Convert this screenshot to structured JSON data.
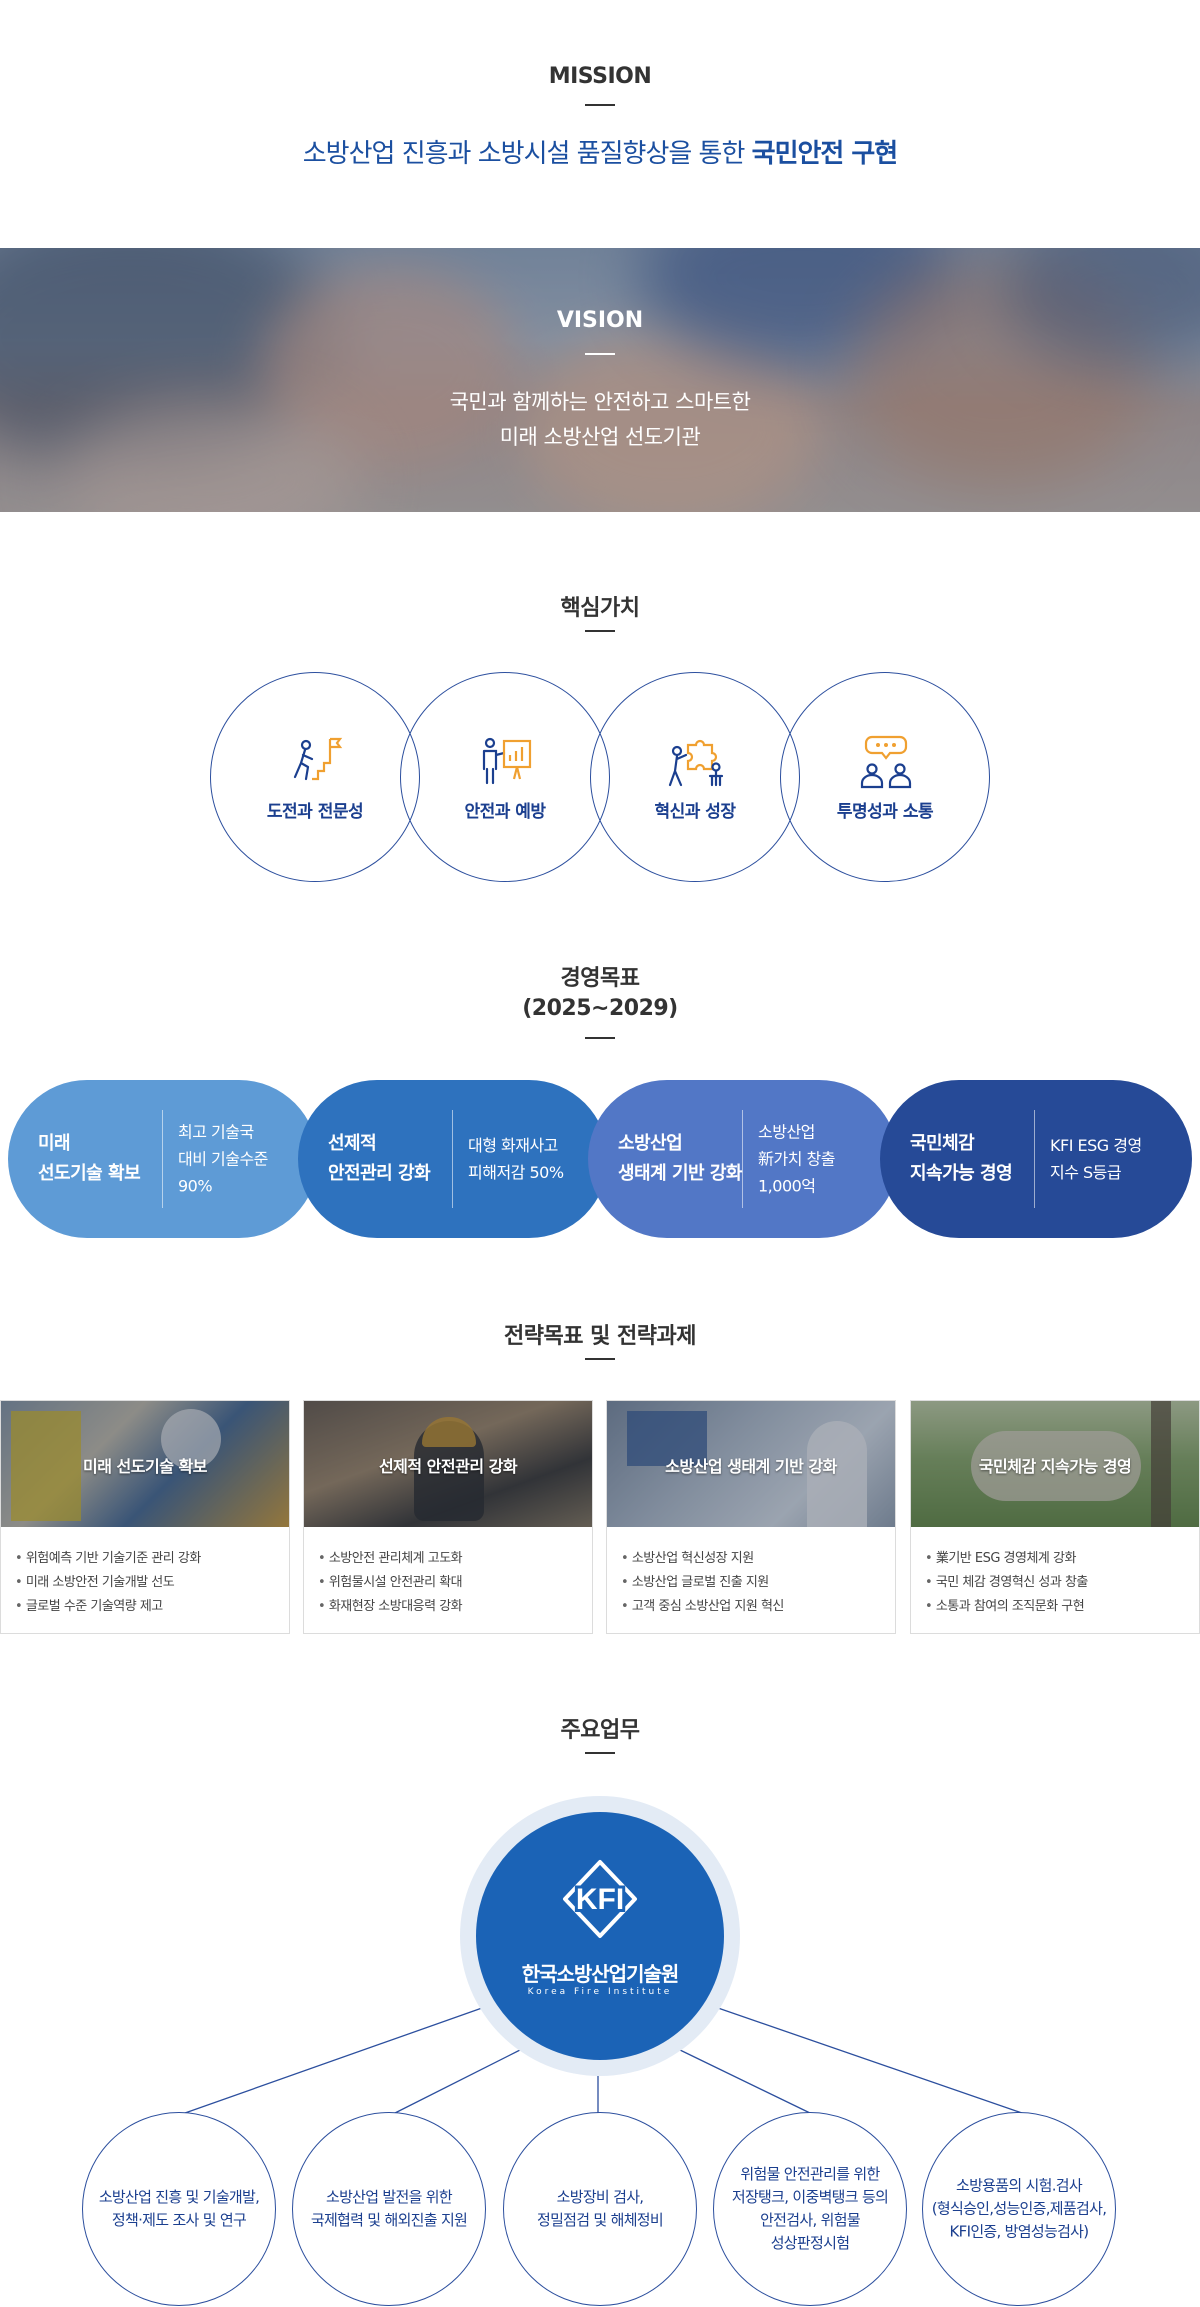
{
  "mission": {
    "title": "MISSION",
    "text_plain": "소방산업 진흥과 소방시설 품질향상을 통한 ",
    "text_bold": "국민안전 구현"
  },
  "vision": {
    "title": "VISION",
    "line1": "국민과 함께하는 안전하고 스마트한",
    "line2": "미래 소방산업 선도기관"
  },
  "core_values": {
    "title": "핵심가치",
    "items": [
      {
        "label": "도전과 전문성",
        "icon": "climbing-person-flag-icon"
      },
      {
        "label": "안전과 예방",
        "icon": "presenter-chart-icon"
      },
      {
        "label": "혁신과 성장",
        "icon": "people-puzzle-icon"
      },
      {
        "label": "투명성과 소통",
        "icon": "people-speech-bubble-icon"
      }
    ]
  },
  "goals": {
    "title_line1": "경영목표",
    "title_line2": "(2025~2029)",
    "items": [
      {
        "name1": "미래",
        "name2": "선도기술 확보",
        "desc1": "최고 기술국",
        "desc2": "대비 기술수준",
        "desc3": "90%",
        "color": "#5e9bd6"
      },
      {
        "name1": "선제적",
        "name2": "안전관리 강화",
        "desc1": "대형 화재사고",
        "desc2": "피해저감 50%",
        "desc3": "",
        "color": "#2e72be"
      },
      {
        "name1": "소방산업",
        "name2": "생태계 기반 강화",
        "desc1": "소방산업",
        "desc2": "新가치 창출",
        "desc3": "1,000억",
        "color": "#5277c6"
      },
      {
        "name1": "국민체감",
        "name2": "지속가능 경영",
        "desc1": "KFI ESG 경영",
        "desc2": "지수 S등급",
        "desc3": "",
        "color": "#264a97"
      }
    ]
  },
  "strategy": {
    "title": "전략목표 및 전략과제",
    "cards": [
      {
        "title": "미래 선도기술 확보",
        "items": [
          "위험예측 기반 기술기준 관리 강화",
          "미래 소방안전 기술개발 선도",
          "글로벌 수준 기술역량 제고"
        ]
      },
      {
        "title": "선제적 안전관리 강화",
        "items": [
          "소방안전 관리체계 고도화",
          "위험물시설 안전관리 확대",
          "화재현장 소방대응력 강화"
        ]
      },
      {
        "title": "소방산업 생태계 기반 강화",
        "items": [
          "소방산업 혁신성장 지원",
          "소방산업 글로벌 진출 지원",
          "고객 중심 소방산업 지원 혁신"
        ]
      },
      {
        "title": "국민체감 지속가능 경영",
        "items": [
          "業기반 ESG 경영체계 강화",
          "국민 체감 경영혁신 성과 창출",
          "소통과 참여의 조직문화 구현"
        ]
      }
    ]
  },
  "business": {
    "title": "주요업무",
    "org_name": "한국소방산업기술원",
    "org_eng": "Korea Fire Institute",
    "logo_text": "KFI",
    "items": [
      {
        "line1": "소방산업 진흥 및 기술개발,",
        "line2": "정책·제도 조사 및 연구",
        "line3": "",
        "line4": ""
      },
      {
        "line1": "소방산업 발전을 위한",
        "line2": "국제협력 및 해외진출 지원",
        "line3": "",
        "line4": ""
      },
      {
        "line1": "소방장비 검사,",
        "line2": "정밀점검 및 해체정비",
        "line3": "",
        "line4": ""
      },
      {
        "line1": "위험물 안전관리를 위한",
        "line2": "저장탱크, 이중벽탱크 등의",
        "line3": "안전검사, 위험물",
        "line4": "성상판정시험"
      },
      {
        "line1": "소방용품의 시험.검사",
        "line2": "(형식승인,성능인증,제품검사,",
        "line3": "KFI인증, 방염성능검사)",
        "line4": ""
      }
    ]
  }
}
